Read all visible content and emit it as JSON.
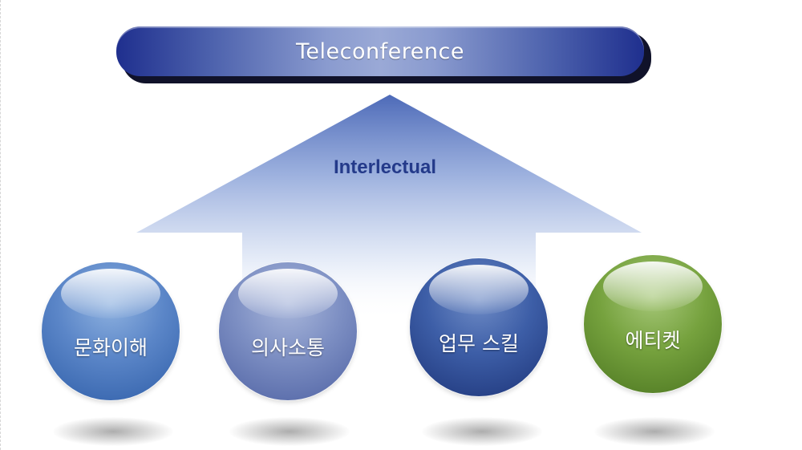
{
  "banner": {
    "title": "Teleconference"
  },
  "arrow": {
    "label": "Interlectual"
  },
  "spheres": [
    {
      "label": "문화이해",
      "color": "#5b86c8"
    },
    {
      "label": "의사소통",
      "color": "#7d8fc3"
    },
    {
      "label": "업무 스킬",
      "color": "#3d5ea7"
    },
    {
      "label": "에티켓",
      "color": "#76a23e"
    }
  ],
  "colors": {
    "banner": "#1f2f8e",
    "arrow_label": "#243a8a",
    "arrow_fill_top": "#4d6ab8"
  }
}
